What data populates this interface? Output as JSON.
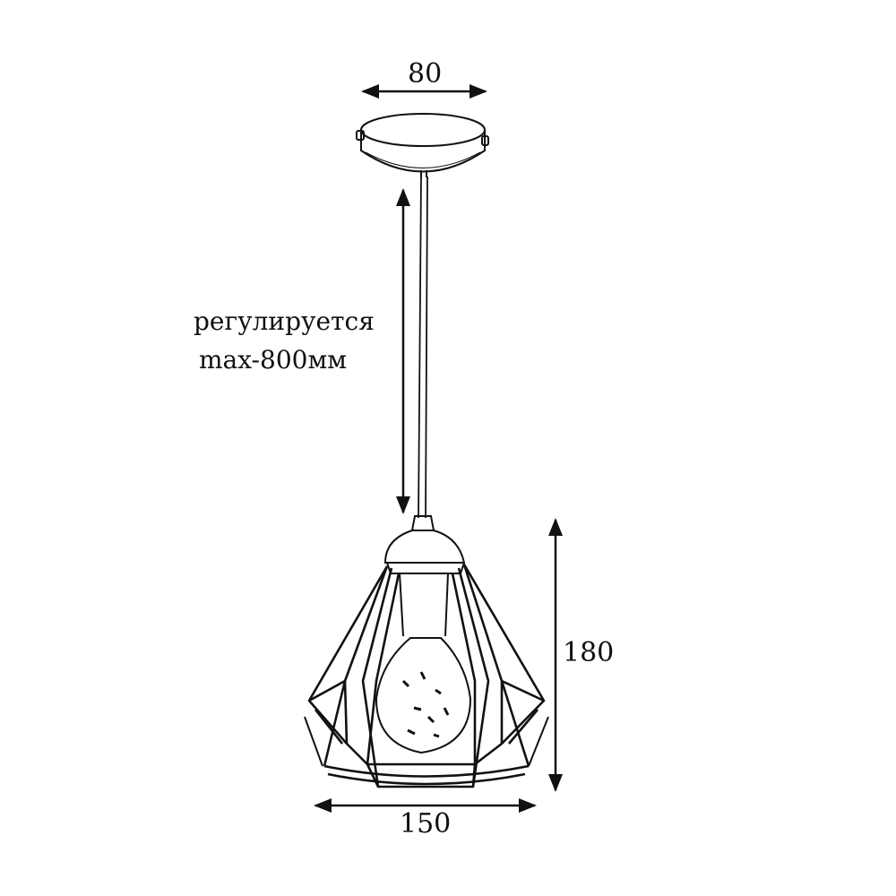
{
  "dimensions": {
    "canopy_width": "80",
    "cord_note_line1": "регулируется",
    "cord_note_line2": "max-800мм",
    "shade_height": "180",
    "shade_width": "150"
  },
  "colors": {
    "ink": "#111111",
    "background": "#ffffff"
  }
}
